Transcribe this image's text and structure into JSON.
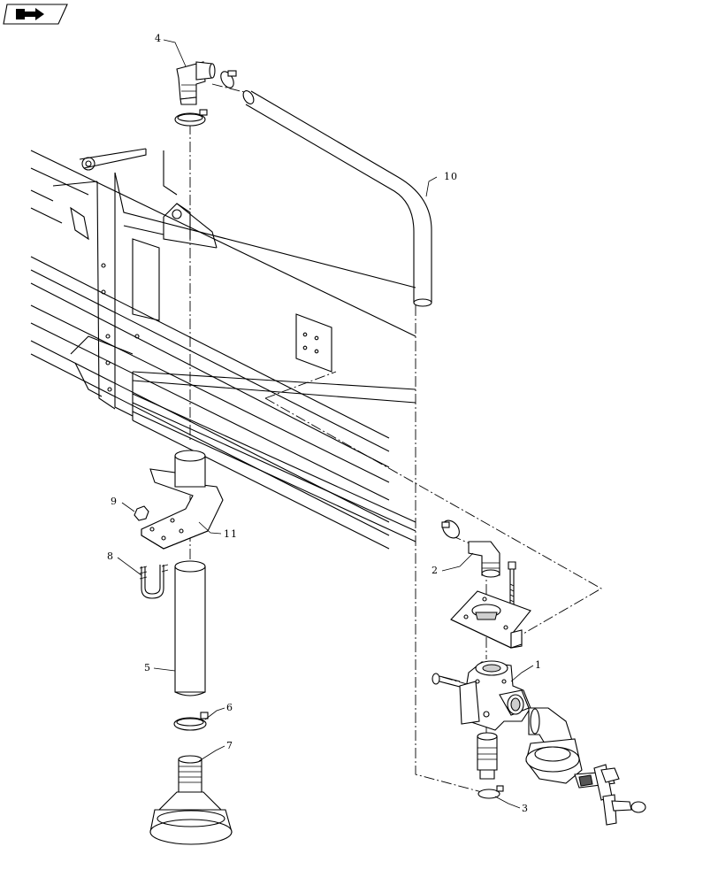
{
  "callouts": [
    {
      "id": "c1",
      "text": "1"
    },
    {
      "id": "c2",
      "text": "2"
    },
    {
      "id": "c3",
      "text": "3"
    },
    {
      "id": "c4",
      "text": "4"
    },
    {
      "id": "c5",
      "text": "5"
    },
    {
      "id": "c6",
      "text": "6"
    },
    {
      "id": "c7",
      "text": "7"
    },
    {
      "id": "c8",
      "text": "8"
    },
    {
      "id": "c9",
      "text": "9"
    },
    {
      "id": "c10",
      "text": "10"
    },
    {
      "id": "c11",
      "text": "11"
    }
  ],
  "icons": {
    "nav": "page-flip-arrow-icon"
  }
}
